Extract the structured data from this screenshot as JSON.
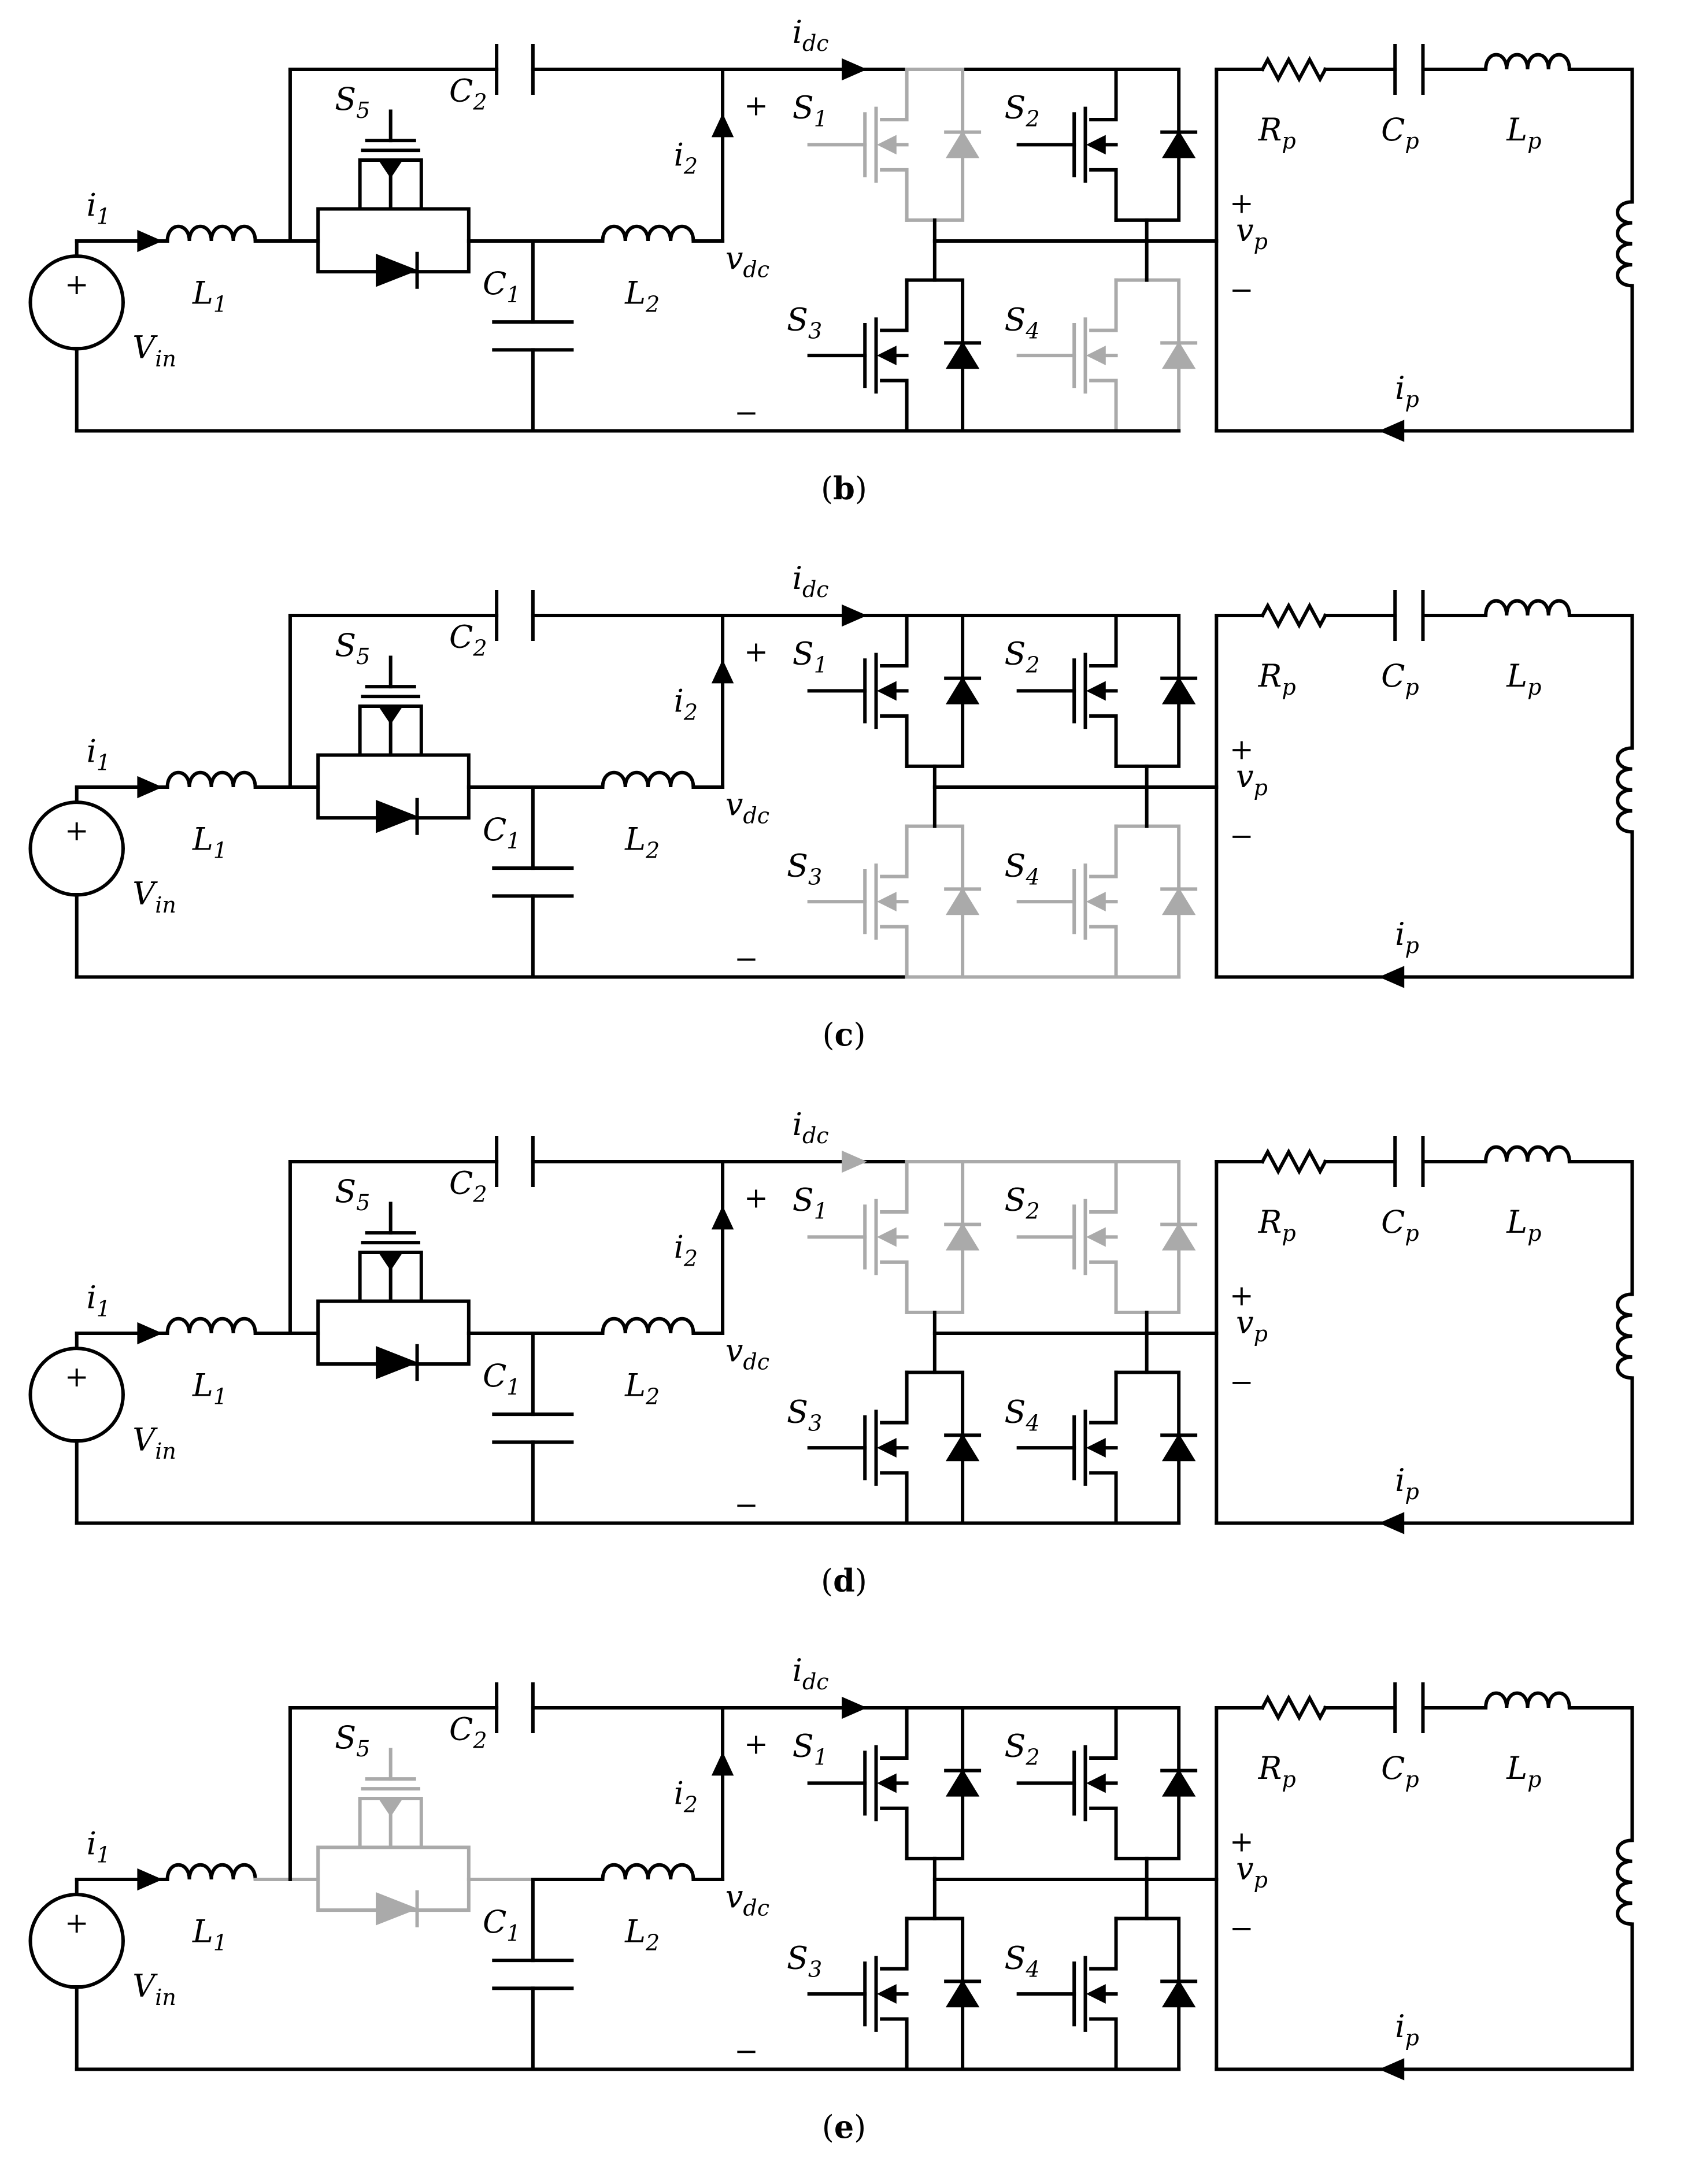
{
  "colors": {
    "on": "#000000",
    "off": "#aaaaaa"
  },
  "labels": {
    "i1": {
      "m": "i",
      "s": "1"
    },
    "L1": {
      "m": "L",
      "s": "1"
    },
    "Vin": {
      "m": "V",
      "s": "in"
    },
    "S5": {
      "m": "S",
      "s": "5"
    },
    "C2": {
      "m": "C",
      "s": "2"
    },
    "C1": {
      "m": "C",
      "s": "1"
    },
    "L2": {
      "m": "L",
      "s": "2"
    },
    "i2": {
      "m": "i",
      "s": "2"
    },
    "vdc": {
      "m": "v",
      "s": "dc"
    },
    "idc": {
      "m": "i",
      "s": "dc"
    },
    "S1": {
      "m": "S",
      "s": "1"
    },
    "S2": {
      "m": "S",
      "s": "2"
    },
    "S3": {
      "m": "S",
      "s": "3"
    },
    "S4": {
      "m": "S",
      "s": "4"
    },
    "Rp": {
      "m": "R",
      "s": "p"
    },
    "Cp": {
      "m": "C",
      "s": "p"
    },
    "Lp": {
      "m": "L",
      "s": "p"
    },
    "vp": {
      "m": "v",
      "s": "p"
    },
    "ip": {
      "m": "i",
      "s": "p"
    },
    "plus": "+",
    "minus": "−"
  },
  "panels": [
    {
      "caption": {
        "open": "(",
        "letter": "b",
        "close": ")"
      },
      "state": {
        "S5": "on",
        "S1": "off",
        "S2": "on",
        "S3": "on",
        "S4": "off"
      }
    },
    {
      "caption": {
        "open": "(",
        "letter": "c",
        "close": ")"
      },
      "state": {
        "S5": "on",
        "S1": "on",
        "S2": "on",
        "S3": "off",
        "S4": "off"
      }
    },
    {
      "caption": {
        "open": "(",
        "letter": "d",
        "close": ")"
      },
      "state": {
        "S5": "on",
        "S1": "off",
        "S2": "off",
        "S3": "on",
        "S4": "on"
      }
    },
    {
      "caption": {
        "open": "(",
        "letter": "e",
        "close": ")"
      },
      "state": {
        "S5": "off",
        "S1": "on",
        "S2": "on",
        "S3": "on",
        "S4": "on"
      }
    }
  ]
}
